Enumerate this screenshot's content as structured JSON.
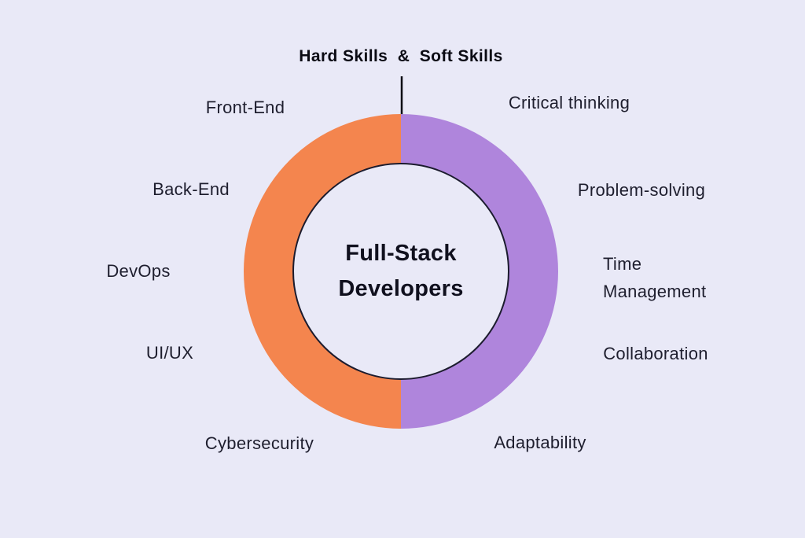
{
  "title": "Hard Skills  &  Soft Skills",
  "center": {
    "line1": "Full-Stack",
    "line2": "Developers"
  },
  "hard_skills": [
    "Front-End",
    "Back-End",
    "DevOps",
    "UI/UX",
    "Cybersecurity"
  ],
  "soft_skills": [
    "Critical thinking",
    "Problem-solving",
    "Time Management",
    "Collaboration",
    "Adaptability"
  ],
  "icons": {
    "arrow": "down-arrow"
  },
  "colors": {
    "hard_side": "#F4854E",
    "soft_side": "#AF85DC",
    "background": "#E9E9F7",
    "inner_outline": "#1C1C2E",
    "text": "#1E1E2E",
    "title_text": "#0B0B14"
  }
}
